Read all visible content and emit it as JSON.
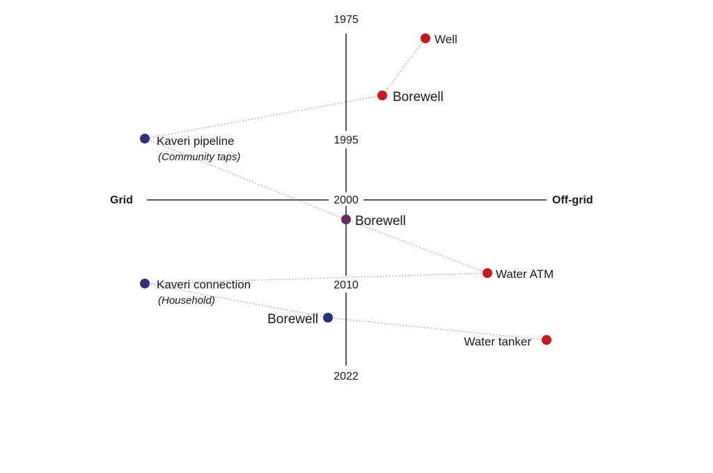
{
  "axes": {
    "left_label": "Grid",
    "right_label": "Off-grid",
    "years": [
      "1975",
      "1995",
      "2000",
      "2010",
      "2022"
    ]
  },
  "colors": {
    "grid": "#283385",
    "offgrid": "#d0161b",
    "mixed": "#6b2a5e",
    "connector": "#999999"
  },
  "nodes": [
    {
      "label": "Well",
      "sub": "",
      "type": "offgrid"
    },
    {
      "label": "Borewell",
      "sub": "",
      "type": "offgrid"
    },
    {
      "label": "Kaveri pipeline",
      "sub": "(Community taps)",
      "type": "grid"
    },
    {
      "label": "Borewell",
      "sub": "",
      "type": "mixed"
    },
    {
      "label": "Water ATM",
      "sub": "",
      "type": "offgrid"
    },
    {
      "label": "Kaveri connection",
      "sub": "(Household)",
      "type": "grid"
    },
    {
      "label": "Borewell",
      "sub": "",
      "type": "grid"
    },
    {
      "label": "Water tanker",
      "sub": "",
      "type": "offgrid"
    }
  ]
}
